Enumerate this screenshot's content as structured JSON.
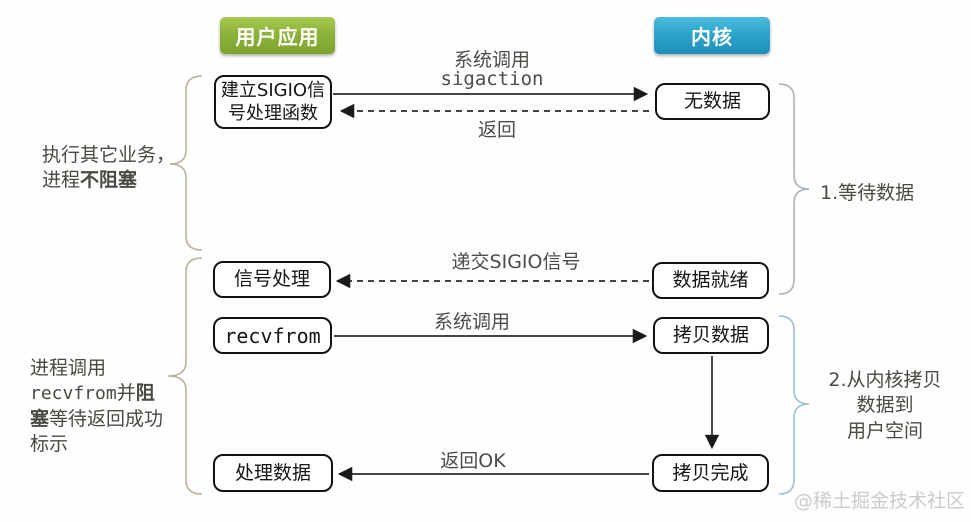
{
  "header": {
    "user_app": "用户应用",
    "kernel": "内核"
  },
  "boxes": {
    "setup_sigio": "建立SIGIO信\n号处理函数",
    "no_data": "无数据",
    "signal_handler": "信号处理",
    "data_ready": "数据就绪",
    "recvfrom": "recvfrom",
    "copy_data": "拷贝数据",
    "process_data": "处理数据",
    "copy_done": "拷贝完成"
  },
  "arrows": {
    "syscall_sigaction_line1": "系统调用",
    "syscall_sigaction_line2": "sigaction",
    "return_label": "返回",
    "deliver_sigio": "递交SIGIO信号",
    "syscall_recvfrom": "系统调用",
    "return_ok": "返回OK"
  },
  "notes": {
    "left_top": {
      "seg1": "执行其它业务，\n进程",
      "seg2_bold": "不阻塞"
    },
    "left_bottom": {
      "seg1": "进程调用\n",
      "seg2_mono": "recvfrom",
      "seg3": "并",
      "seg4_bold": "阻\n塞",
      "seg5": "等待返回成功\n标示"
    },
    "right_top": "1.等待数据",
    "right_bottom": "2.从内核拷贝\n数据到\n用户空间"
  },
  "watermark": "@稀土掘金技术社区",
  "colors": {
    "user_app_bg": "#8db33c",
    "kernel_bg": "#2da4cc",
    "box_border": "#121212",
    "arrow": "#2a2a2a",
    "brace_left": "#b9b19a",
    "brace_right_top": "#aab1b7",
    "brace_right_bottom": "#9cbfd2",
    "note_text": "#4a4a42",
    "watermark_text": "#cbcbcb"
  }
}
